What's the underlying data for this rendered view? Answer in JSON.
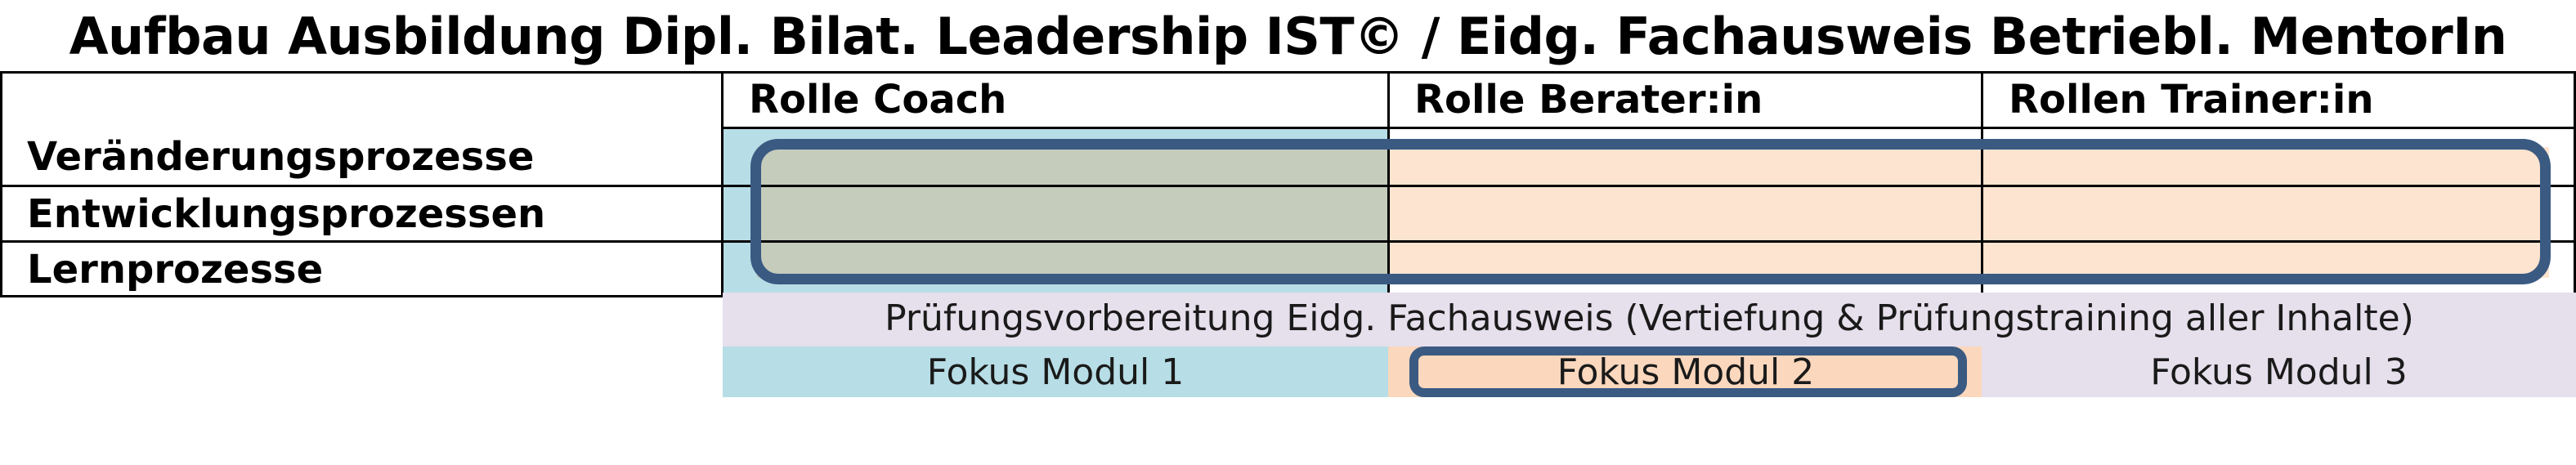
{
  "title": "Aufbau Ausbildung Dipl. Bilat. Leadership IST© / Eidg. Fachausweis Betriebl. MentorIn",
  "columns": [
    "Rolle Coach",
    "Rolle Berater:in",
    "Rollen Trainer:in"
  ],
  "rows": [
    "Veränderungsprozesse",
    "Entwicklungsprozessen",
    "Lernprozesse"
  ],
  "exam_bar": "Prüfungsvorbereitung Eidg. Fachausweis (Vertiefung & Prüfungstraining aller Inhalte)",
  "modules": [
    "Fokus Modul 1",
    "Fokus Modul 2",
    "Fokus Modul 3"
  ],
  "colors": {
    "coach_fill": "#b7dde6",
    "coach_overlay": "#c5ccbc",
    "berater_fill": "#fde4d0",
    "trainer_fill": "#fde4d0",
    "exam_fill": "#e6dfec",
    "module1_fill": "#b7dde6",
    "module2_fill": "#fad7bd",
    "module3_fill": "#e6dfec",
    "frame": "#3a5a82"
  }
}
